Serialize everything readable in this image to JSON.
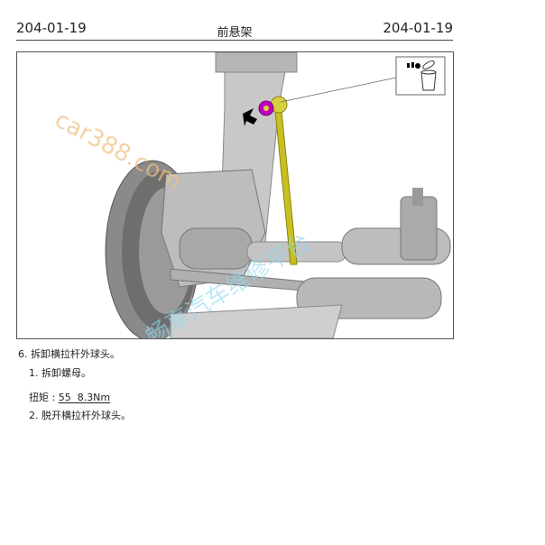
{
  "header": {
    "section_left": "204-01-19",
    "title": "前悬架",
    "section_right": "204-01-19"
  },
  "figure": {
    "watermark_1": "car388.com",
    "watermark_2": "畅享汽车维修平台",
    "icon_semantic": "discard-in-trash-can-icon",
    "highlight_color": "#c000c0",
    "tie_rod_highlight_color": "#c8c020"
  },
  "steps": {
    "step6": "6. 拆卸横拉杆外球头。",
    "sub1": "1. 拆卸螺母。",
    "torque_label": "扭矩 : ",
    "torque_value": "55  8.3Nm",
    "sub2": "2. 脱开横拉杆外球头。"
  }
}
